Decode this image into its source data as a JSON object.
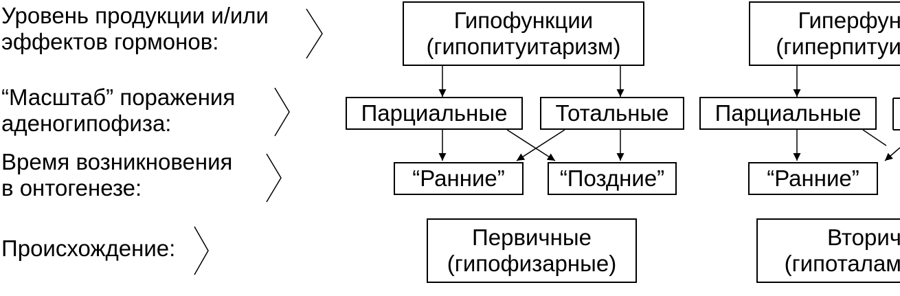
{
  "rows": {
    "level": "Уровень продукции и/или\nэффектов гормонов:",
    "scale": "“Масштаб” поражения\nаденогипофиза:",
    "time": "Время возникновения\nв онтогенезе:",
    "origin": "Происхождение:"
  },
  "left": {
    "hypo": "Гипофункции\n(гипопитуитаризм)",
    "partial": "Парциальные",
    "total": "Тотальные",
    "early": "“Ранние”",
    "late": "“Поздние”",
    "primary": "Первичные\n(гипофизарные)"
  },
  "right": {
    "hyper": "Гиперфун\n(гиперпитуи",
    "partial": "Парциальные",
    "early": "“Ранние”",
    "secondary": "Вторич\n(гипоталам"
  }
}
